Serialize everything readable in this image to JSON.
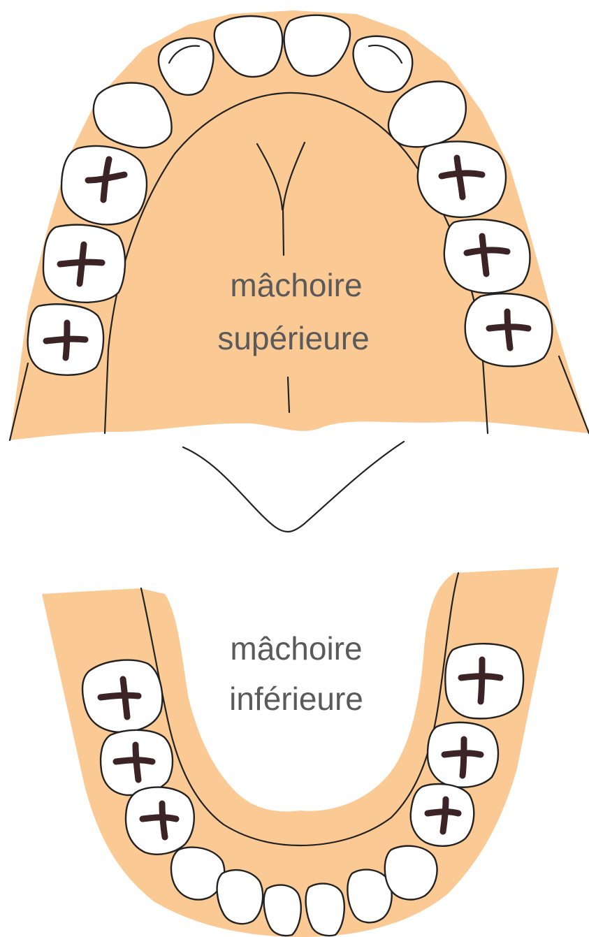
{
  "colors": {
    "gum": "#FBC994",
    "tooth": "#FFFFFF",
    "outline": "#222222",
    "fissure": "#3B2326",
    "text": "#5A5A5A"
  },
  "upper_jaw": {
    "label_line1": "mâchoire",
    "label_line2": "supérieure"
  },
  "lower_jaw": {
    "label_line1": "mâchoire",
    "label_line2": "inférieure"
  }
}
